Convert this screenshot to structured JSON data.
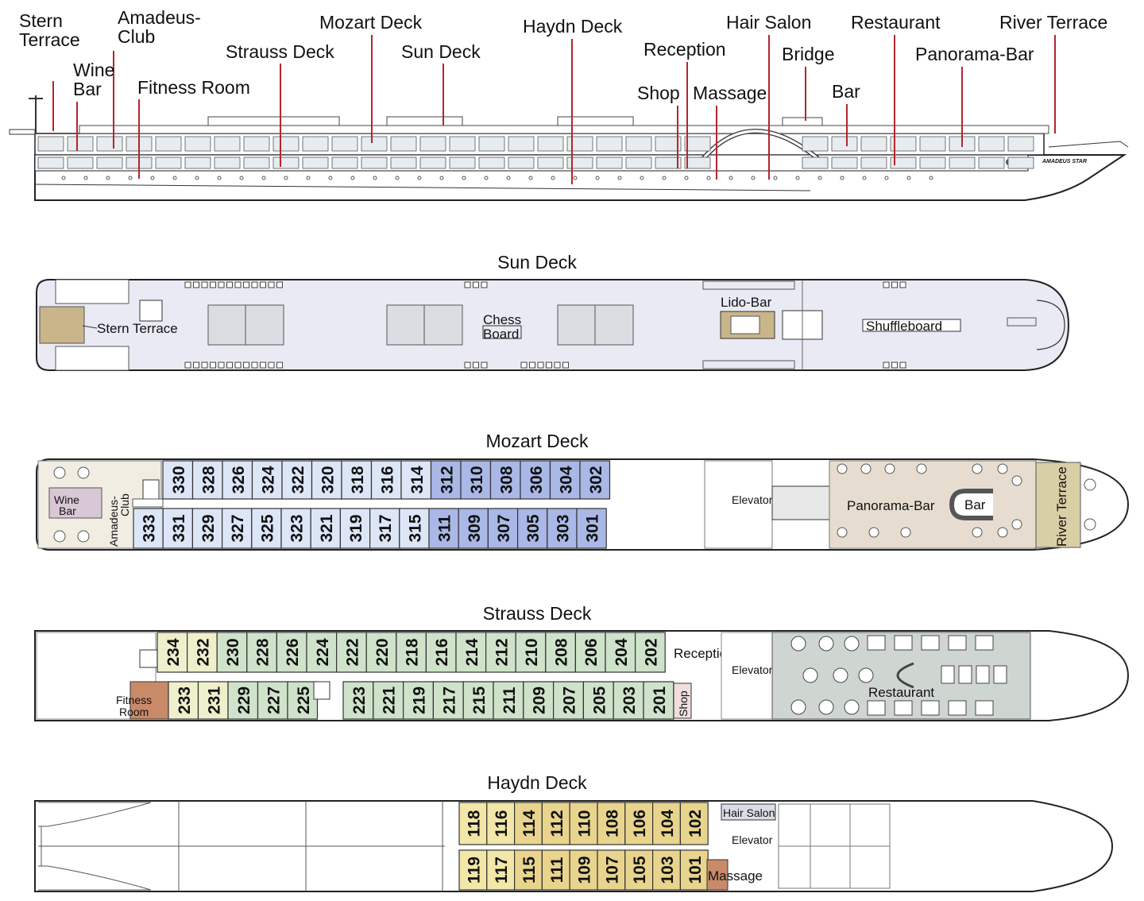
{
  "side_profile": {
    "labels": [
      {
        "key": "stern_terrace",
        "text": [
          "Stern",
          "Terrace"
        ]
      },
      {
        "key": "wine_bar",
        "text": [
          "Wine",
          "Bar"
        ]
      },
      {
        "key": "amadeus_club",
        "text": [
          "Amadeus-",
          "Club"
        ]
      },
      {
        "key": "fitness_room",
        "text": [
          "Fitness Room"
        ]
      },
      {
        "key": "strauss_deck",
        "text": [
          "Strauss Deck"
        ]
      },
      {
        "key": "mozart_deck",
        "text": [
          "Mozart Deck"
        ]
      },
      {
        "key": "sun_deck",
        "text": [
          "Sun Deck"
        ]
      },
      {
        "key": "haydn_deck",
        "text": [
          "Haydn Deck"
        ]
      },
      {
        "key": "reception",
        "text": [
          "Reception"
        ]
      },
      {
        "key": "shop",
        "text": [
          "Shop"
        ]
      },
      {
        "key": "massage",
        "text": [
          "Massage"
        ]
      },
      {
        "key": "hair_salon",
        "text": [
          "Hair Salon"
        ]
      },
      {
        "key": "bridge",
        "text": [
          "Bridge"
        ]
      },
      {
        "key": "restaurant",
        "text": [
          "Restaurant"
        ]
      },
      {
        "key": "bar",
        "text": [
          "Bar"
        ]
      },
      {
        "key": "panorama_bar",
        "text": [
          "Panorama-Bar"
        ]
      },
      {
        "key": "river_terrace",
        "text": [
          "River Terrace"
        ]
      }
    ],
    "ship_name": "AMADEUS STAR"
  },
  "sun_deck": {
    "title": "Sun Deck",
    "stern_terrace": "Stern Terrace",
    "chess_board": [
      "Chess",
      "Board"
    ],
    "lido_bar": "Lido-Bar",
    "shuffleboard": "Shuffleboard"
  },
  "mozart_deck": {
    "title": "Mozart Deck",
    "top_cabins": [
      "330",
      "328",
      "326",
      "324",
      "322",
      "320",
      "318",
      "316",
      "314",
      "312",
      "310",
      "308",
      "306",
      "304",
      "302"
    ],
    "bottom_cabins": [
      "333",
      "331",
      "329",
      "327",
      "325",
      "323",
      "321",
      "319",
      "317",
      "315",
      "311",
      "309",
      "307",
      "305",
      "303",
      "301"
    ],
    "wine_bar": [
      "Wine",
      "Bar"
    ],
    "amadeus_club": [
      "Amadeus-",
      "Club"
    ],
    "elevator": "Elevator",
    "panorama_bar": "Panorama-Bar",
    "bar": "Bar",
    "river_terrace": "River Terrace",
    "colors": {
      "standard": "#dde6f7",
      "large": "#a9b8e6",
      "lounge": "#e6ddd0",
      "terrace": "#d9cfa6"
    }
  },
  "strauss_deck": {
    "title": "Strauss Deck",
    "top_cabins": [
      "234",
      "232",
      "230",
      "228",
      "226",
      "224",
      "222",
      "220",
      "218",
      "216",
      "214",
      "212",
      "210",
      "208",
      "206",
      "204",
      "202"
    ],
    "bottom_left_cabins": [
      "233",
      "231",
      "229",
      "227",
      "225"
    ],
    "bottom_right_cabins": [
      "223",
      "221",
      "219",
      "217",
      "215",
      "211",
      "209",
      "207",
      "205",
      "203",
      "201"
    ],
    "fitness_room": [
      "Fitness",
      "Room"
    ],
    "reception": "Reception",
    "shop": "Shop",
    "elevator": "Elevator",
    "restaurant": "Restaurant",
    "colors": {
      "junior": "#eef0cc",
      "standard": "#cfe3cb",
      "fitness": "#c98a6a",
      "restaurant": "#cfd6d2"
    }
  },
  "haydn_deck": {
    "title": "Haydn Deck",
    "top_cabins": [
      "118",
      "116",
      "114",
      "112",
      "110",
      "108",
      "106",
      "104",
      "102"
    ],
    "bottom_cabins": [
      "119",
      "117",
      "115",
      "111",
      "109",
      "107",
      "105",
      "103",
      "101"
    ],
    "hair_salon": "Hair Salon",
    "elevator": "Elevator",
    "massage": "Massage",
    "colors": {
      "light": "#f2e6a8",
      "dark": "#e8d48c",
      "massage": "#c98a6a",
      "salon": "#d9dde6"
    }
  }
}
